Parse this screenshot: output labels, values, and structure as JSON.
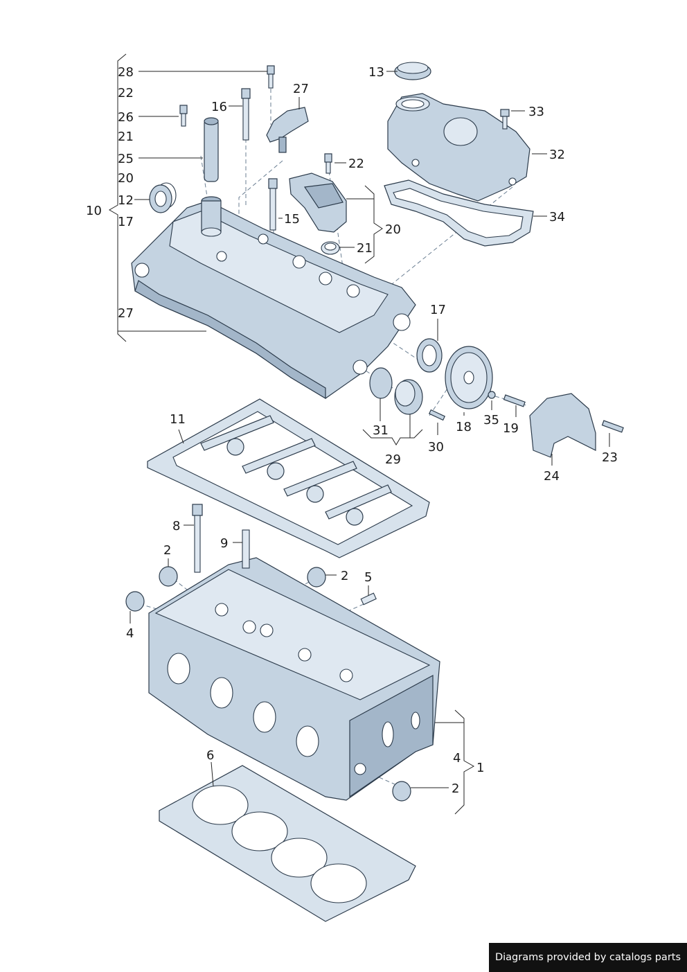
{
  "labels": {
    "p1": "1",
    "p2a": "2",
    "p2b": "2",
    "p2c": "2",
    "p4a": "4",
    "p4b": "4",
    "p5": "5",
    "p6": "6",
    "p8": "8",
    "p9": "9",
    "p10": "10",
    "p11": "11",
    "p12": "12",
    "p13": "13",
    "p15": "15",
    "p16": "16",
    "p17a": "17",
    "p17b": "17",
    "p18": "18",
    "p19": "19",
    "p20a": "20",
    "p20b": "20",
    "p21a": "21",
    "p21b": "21",
    "p22a": "22",
    "p22b": "22",
    "p23": "23",
    "p24": "24",
    "p25": "25",
    "p26": "26",
    "p27a": "27",
    "p27b": "27",
    "p28": "28",
    "p29": "29",
    "p30": "30",
    "p31": "31",
    "p32": "32",
    "p33": "33",
    "p34": "34",
    "p35": "35"
  },
  "footer": {
    "text": "Diagrams provided by catalogs parts"
  }
}
